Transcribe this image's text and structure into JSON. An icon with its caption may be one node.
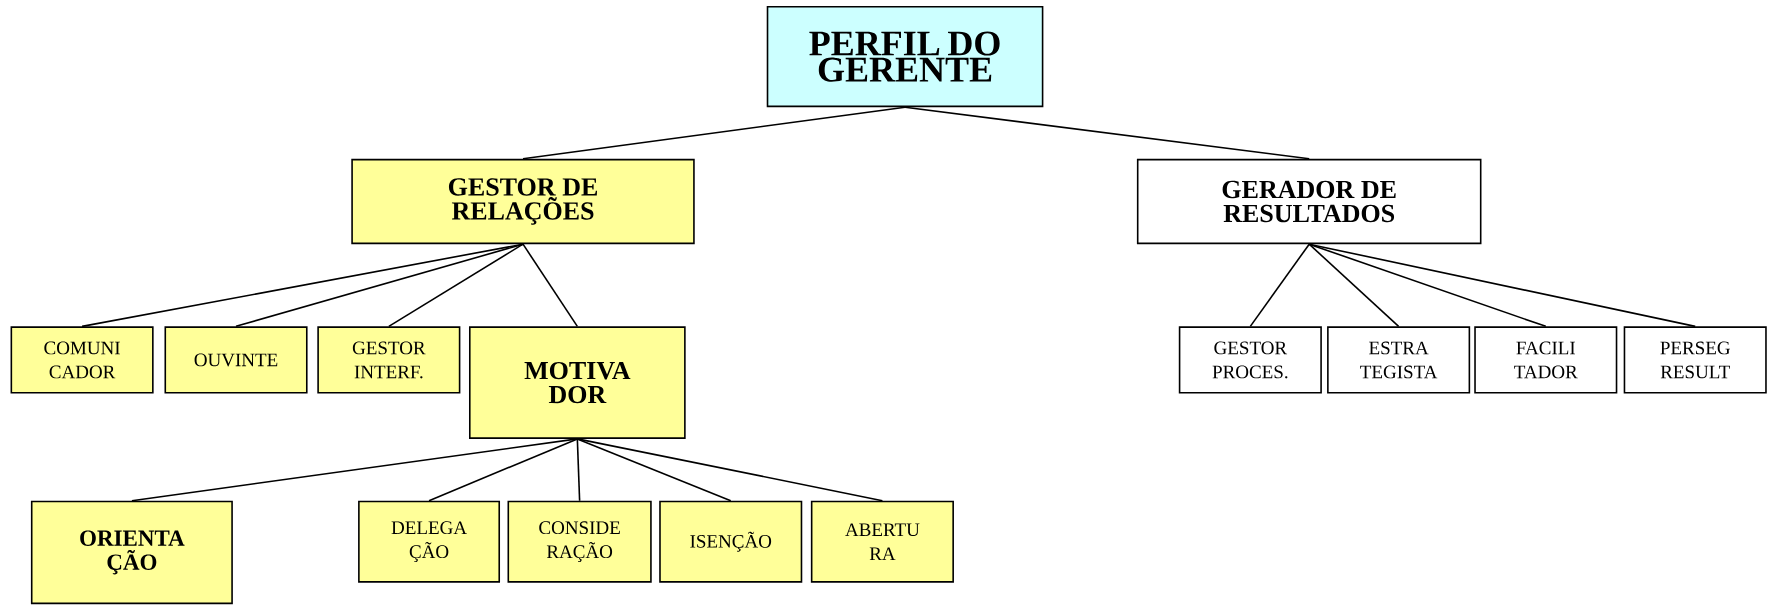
{
  "diagram": {
    "nodes": [
      {
        "text": [
          "PERFIL DO GERENTE"
        ]
      },
      {
        "text": [
          "GESTOR DE RELAÇÕES"
        ]
      },
      {
        "text": [
          "GERADOR DE RESULTADOS"
        ]
      },
      {
        "text": [
          "COMUNI CADOR"
        ]
      },
      {
        "text": [
          "OUVINTE"
        ]
      },
      {
        "text": [
          "GESTOR INTERF."
        ]
      },
      {
        "text": [
          "MOTIVA DOR"
        ]
      },
      {
        "text": [
          "ORIENTA ÇÃO"
        ]
      },
      {
        "text": [
          "DELEGA ÇÃO"
        ]
      },
      {
        "text": [
          "CONSIDE RAÇÃO"
        ]
      },
      {
        "text": [
          "ISENÇÃO"
        ]
      },
      {
        "text": [
          "ABERTU RA"
        ]
      },
      {
        "text": [
          "GESTOR PROCES."
        ]
      },
      {
        "text": [
          "ESTRA TEGISTA"
        ]
      },
      {
        "text": [
          "FACILI TADOR"
        ]
      },
      {
        "text": [
          "PERSEG RESULT"
        ]
      }
    ],
    "edges": [
      {
        "from": 0,
        "to": 1,
        "arrow": "none"
      },
      {
        "from": 0,
        "to": 2,
        "arrow": "none"
      },
      {
        "from": 1,
        "to": 3,
        "arrow": "none"
      },
      {
        "from": 1,
        "to": 4,
        "arrow": "none"
      },
      {
        "from": 1,
        "to": 5,
        "arrow": "none"
      },
      {
        "from": 1,
        "to": 6,
        "arrow": "none"
      },
      {
        "from": 6,
        "to": 7,
        "arrow": "none"
      },
      {
        "from": 6,
        "to": 8,
        "arrow": "none"
      },
      {
        "from": 6,
        "to": 9,
        "arrow": "none"
      },
      {
        "from": 6,
        "to": 10,
        "arrow": "none"
      },
      {
        "from": 6,
        "to": 11,
        "arrow": "none"
      },
      {
        "from": 2,
        "to": 12,
        "arrow": "none"
      },
      {
        "from": 2,
        "to": 13,
        "arrow": "none"
      },
      {
        "from": 2,
        "to": 14,
        "arrow": "none"
      },
      {
        "from": 2,
        "to": 15,
        "arrow": "none"
      }
    ]
  }
}
